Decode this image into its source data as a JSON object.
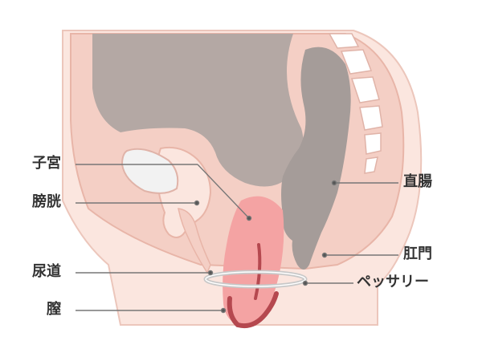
{
  "labels": {
    "uterus": "子宮",
    "bladder": "膀胱",
    "urethra": "尿道",
    "vagina": "膣",
    "rectum": "直腸",
    "anus": "肛門",
    "pessary": "ペッサリー"
  },
  "colors": {
    "skin_light": "#fbe6df",
    "skin_mid": "#f4cfc5",
    "outline": "#e8b5a8",
    "organ_gray_brown": "#b4a8a4",
    "rectum_gray": "#a59c99",
    "bone": "#ffffff",
    "uterus_pink": "#f4a3a3",
    "vagina_red": "#b5484f",
    "ring": "#c8c8c8",
    "leader": "#777777",
    "text": "#333333"
  }
}
